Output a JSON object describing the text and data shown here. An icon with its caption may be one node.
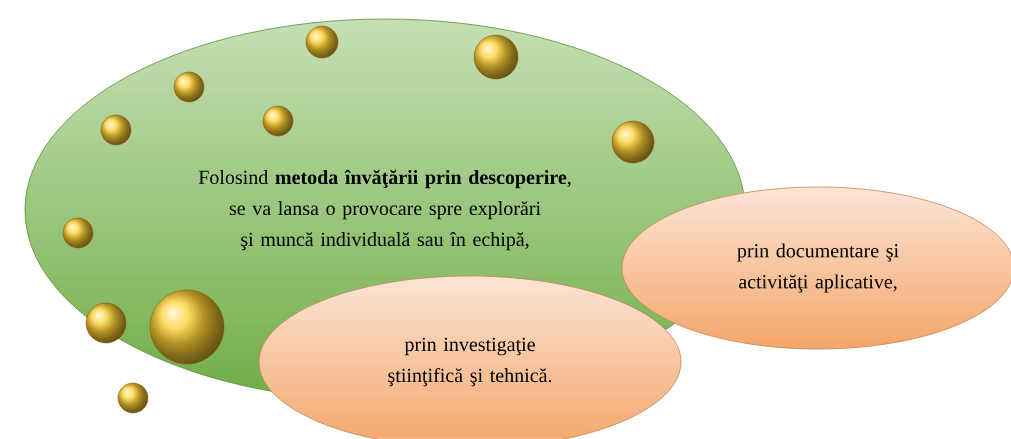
{
  "diagram": {
    "nodes": [
      {
        "text": [
          "Folosind **metoda învăţării prin descoperire**, se va lansa o provocare spre explorări şi muncă individuală sau în echipă,"
        ]
      },
      {
        "text": [
          "prin documentare şi activităţi aplicative,"
        ]
      },
      {
        "text": [
          "prin investigaţie ştiinţifică şi tehnică."
        ]
      },
      {
        "text": [],
        "shape": "circle",
        "in": 0
      },
      {
        "text": [],
        "shape": "circle",
        "in": 0
      },
      {
        "text": [],
        "shape": "circle",
        "in": 0
      },
      {
        "text": [],
        "shape": "circle"
      },
      {
        "text": [],
        "shape": "circle",
        "in": 0
      },
      {
        "text": [],
        "shape": "circle",
        "in": 0
      },
      {
        "text": [],
        "shape": "circle",
        "in": 0
      },
      {
        "text": [],
        "shape": "circle",
        "in": 0
      },
      {
        "text": [],
        "shape": "circle",
        "in": 0
      },
      {
        "text": [],
        "shape": "circle",
        "in": 0
      }
    ]
  }
}
